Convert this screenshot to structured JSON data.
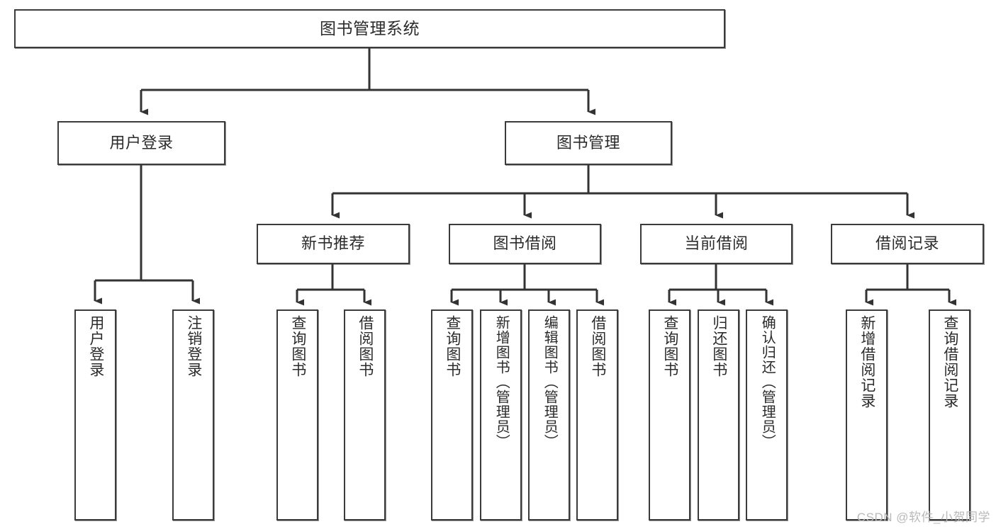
{
  "diagram": {
    "type": "tree-hierarchy",
    "title": "图书管理系统",
    "watermark": "CSDN @软件_小贺同学",
    "colors": {
      "node_border": "#3b3b3b",
      "node_fill": "#ffffff",
      "edge": "#333333",
      "text": "#2b2b2b",
      "watermark": "#b9b9b9",
      "background": "#ffffff"
    },
    "levels": [
      {
        "level": 1,
        "nodes": [
          {
            "id": "root",
            "label": "图书管理系统",
            "orientation": "horizontal"
          }
        ]
      },
      {
        "level": 2,
        "nodes": [
          {
            "id": "user-login",
            "label": "用户登录",
            "orientation": "horizontal",
            "parent": "root"
          },
          {
            "id": "book-manage",
            "label": "图书管理",
            "orientation": "horizontal",
            "parent": "root"
          }
        ]
      },
      {
        "level": 3,
        "nodes": [
          {
            "id": "new-book-rec",
            "label": "新书推荐",
            "orientation": "horizontal",
            "parent": "book-manage"
          },
          {
            "id": "book-borrow",
            "label": "图书借阅",
            "orientation": "horizontal",
            "parent": "book-manage"
          },
          {
            "id": "current-borrow",
            "label": "当前借阅",
            "orientation": "horizontal",
            "parent": "book-manage"
          },
          {
            "id": "borrow-record",
            "label": "借阅记录",
            "orientation": "horizontal",
            "parent": "book-manage"
          }
        ]
      },
      {
        "level": 4,
        "nodes": [
          {
            "id": "leaf-user-login",
            "label": "用户登录",
            "orientation": "vertical",
            "parent": "user-login"
          },
          {
            "id": "leaf-logout",
            "label": "注销登录",
            "orientation": "vertical",
            "parent": "user-login"
          },
          {
            "id": "leaf-query-book-1",
            "label": "查询图书",
            "orientation": "vertical",
            "parent": "new-book-rec"
          },
          {
            "id": "leaf-borrow-book-1",
            "label": "借阅图书",
            "orientation": "vertical",
            "parent": "new-book-rec"
          },
          {
            "id": "leaf-query-book-2",
            "label": "查询图书",
            "orientation": "vertical",
            "parent": "book-borrow"
          },
          {
            "id": "leaf-add-book",
            "label": "新增图书（管理员）",
            "orientation": "vertical",
            "parent": "book-borrow"
          },
          {
            "id": "leaf-edit-book",
            "label": "编辑图书（管理员）",
            "orientation": "vertical",
            "parent": "book-borrow"
          },
          {
            "id": "leaf-borrow-book-2",
            "label": "借阅图书",
            "orientation": "vertical",
            "parent": "book-borrow"
          },
          {
            "id": "leaf-query-book-3",
            "label": "查询图书",
            "orientation": "vertical",
            "parent": "current-borrow"
          },
          {
            "id": "leaf-return-book",
            "label": "归还图书",
            "orientation": "vertical",
            "parent": "current-borrow"
          },
          {
            "id": "leaf-confirm-return",
            "label": "确认归还（管理员）",
            "orientation": "vertical",
            "parent": "current-borrow"
          },
          {
            "id": "leaf-add-record",
            "label": "新增借阅记录",
            "orientation": "vertical",
            "parent": "borrow-record"
          },
          {
            "id": "leaf-query-record",
            "label": "查询借阅记录",
            "orientation": "vertical",
            "parent": "borrow-record"
          }
        ]
      }
    ]
  }
}
